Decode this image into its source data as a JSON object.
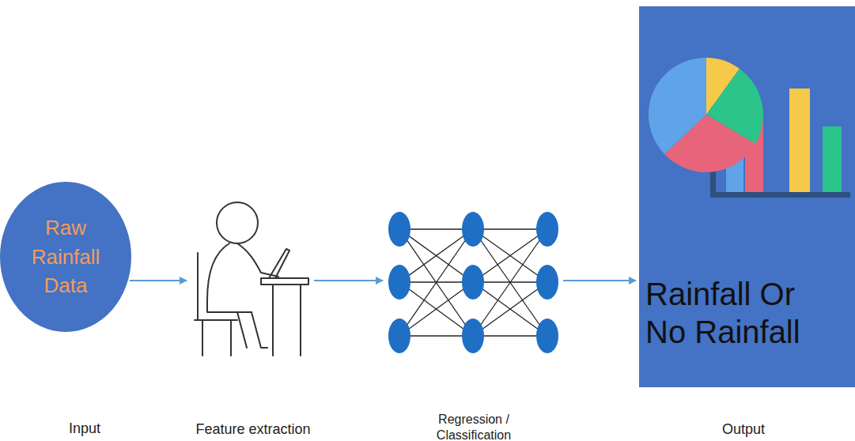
{
  "diagram": {
    "nodes": [
      {
        "text": [
          "Raw Rainfall Data",
          "Input"
        ]
      },
      {
        "text": [
          "Feature extraction"
        ]
      },
      {
        "text": [
          "Regression / Classification"
        ]
      },
      {
        "text": [
          "Rainfall Or No Rainfall",
          "Output"
        ]
      }
    ],
    "edges": [
      {
        "from": 0,
        "to": 1,
        "arrow": "to"
      },
      {
        "from": 1,
        "to": 2,
        "arrow": "to"
      },
      {
        "from": 2,
        "to": 3,
        "arrow": "to"
      }
    ]
  }
}
